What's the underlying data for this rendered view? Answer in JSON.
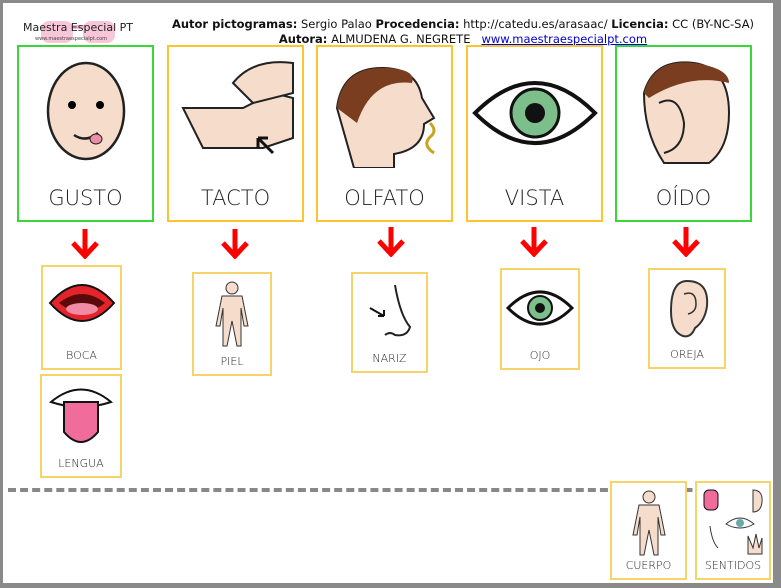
{
  "logo": {
    "title": "Maestra Especial PT",
    "subtitle": "www.maestraespecialpt.com"
  },
  "credits": {
    "autor_label": "Autor pictogramas:",
    "autor": "Sergio Palao",
    "procedencia_label": "Procedencia:",
    "procedencia": "http://catedu.es/arasaac/",
    "licencia_label": "Licencia:",
    "licencia": "CC (BY-NC-SA)",
    "autora_label": "Autora:",
    "autora": "ALMUDENA G. NEGRETE",
    "link": "www.maestraespecialpt.com"
  },
  "senses": [
    {
      "label": "GUSTO",
      "icon": "face-tasting-icon",
      "border": "#3ad63a"
    },
    {
      "label": "TACTO",
      "icon": "hand-touch-icon",
      "border": "#fbc531"
    },
    {
      "label": "OLFATO",
      "icon": "nose-smell-icon",
      "border": "#fbc531"
    },
    {
      "label": "VISTA",
      "icon": "eye-icon",
      "border": "#fbc531"
    },
    {
      "label": "OÍDO",
      "icon": "ear-listen-icon",
      "border": "#3ad63a"
    }
  ],
  "organs": [
    {
      "label": "BOCA",
      "icon": "mouth-icon"
    },
    {
      "label": "LENGUA",
      "icon": "tongue-icon"
    },
    {
      "label": "PIEL",
      "icon": "body-skin-icon"
    },
    {
      "label": "NARIZ",
      "icon": "nose-icon"
    },
    {
      "label": "OJO",
      "icon": "eye-icon"
    },
    {
      "label": "OREJA",
      "icon": "ear-icon"
    }
  ],
  "bottom": [
    {
      "label": "CUERPO",
      "icon": "body-icon"
    },
    {
      "label": "SENTIDOS",
      "icon": "senses-icon"
    }
  ],
  "colors": {
    "arrow": "#ff0000",
    "green_border": "#3ad63a",
    "yellow_border": "#fbc531"
  }
}
